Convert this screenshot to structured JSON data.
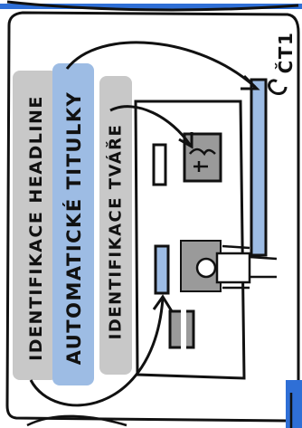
{
  "labels": {
    "identifikace_headline": "IDENTIFIKACE HEADLINE",
    "automaticke_titulky": "AUTOMATICKÉ TITULKY",
    "identifikace_tvare": "IDENTIFIKACE TVÁŘE",
    "brand": "ČT1"
  },
  "colors": {
    "ink": "#111111",
    "highlight_gray": "#c8c8c8",
    "highlight_blue": "#9dbce4",
    "panel_gray": "#9a9a9a",
    "frame_blue": "#2f6fd6"
  },
  "icons": [
    "brand-logo-icon",
    "face-icon",
    "person-icon",
    "arrow-icon"
  ]
}
